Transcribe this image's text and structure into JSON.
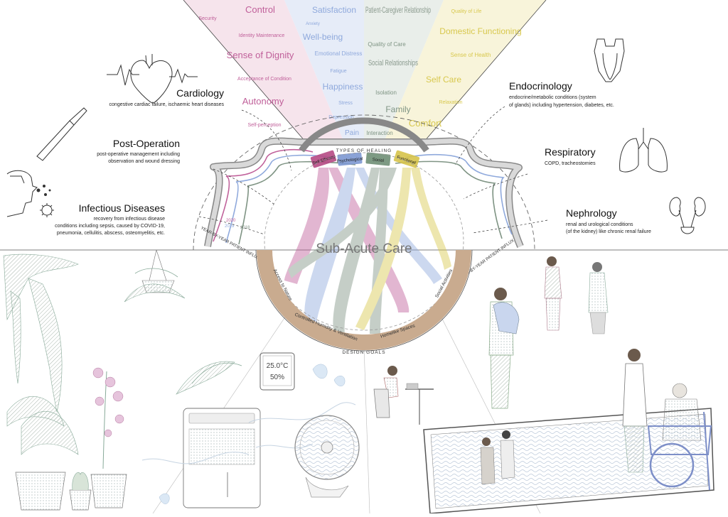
{
  "title": "Sub-Acute Care",
  "fan": {
    "columns": [
      {
        "color": "#c0609a",
        "items": [
          "Security",
          "Control",
          "Identity Maintenance",
          "Sense of Dignity",
          "Acceptance of Condition",
          "Autonomy",
          "Self-perception"
        ]
      },
      {
        "color": "#8fa9dc",
        "items": [
          "Satisfaction",
          "Anxiety",
          "Well-being",
          "Emotional Distress",
          "Fatigue",
          "Happiness",
          "Stress",
          "Depression",
          "Pain"
        ]
      },
      {
        "color": "#7f9484",
        "items": [
          "Patient-Caregiver Relationship",
          "Quality of Care",
          "Social Relationships",
          "Isolation",
          "Family",
          "Interaction"
        ]
      },
      {
        "color": "#d8c84e",
        "items": [
          "Quality of Life",
          "Domestic Functioning",
          "Sense of Health",
          "Self Care",
          "Relaxation",
          "Comfort"
        ]
      }
    ]
  },
  "healing": {
    "heading": "TYPES OF HEALING",
    "tabs": [
      {
        "label": "Self Efficacy",
        "color": "#b64a84"
      },
      {
        "label": "Psychological",
        "color": "#7d98d2"
      },
      {
        "label": "Social",
        "color": "#6f8f76"
      },
      {
        "label": "Functional",
        "color": "#d6c34a"
      }
    ]
  },
  "goals": {
    "heading": "DESIGN GOALS",
    "tabs": [
      "Access to Nature",
      "Controlled Humidity & Ventilation",
      "Homelike Spaces",
      "Social Activities"
    ]
  },
  "influx": {
    "label_left": "YEAR-BY-YEAR PATIENT INFLUX",
    "label_right": "YEAR-BY-YEAR PATIENT INFLUX",
    "years": [
      "2020",
      "2019",
      "2018"
    ]
  },
  "categories": {
    "cardiology": {
      "title": "Cardiology",
      "desc": [
        "congestive cardiac failure, ischaemic heart diseases"
      ]
    },
    "post_operation": {
      "title": "Post-Operation",
      "desc": [
        "post-operative management including",
        "observation and wound dressing"
      ]
    },
    "infectious": {
      "title": "Infectious Diseases",
      "desc": [
        "recovery from infectious disease",
        "conditions including sepsis, caused by COVID-19,",
        "pneumonia, cellulitis, abscess, osteomyelitis, etc."
      ]
    },
    "endocrinology": {
      "title": "Endocrinology",
      "desc": [
        "endocrine/metabolic conditions (system",
        "of glands) including hypertension, diabetes, etc."
      ]
    },
    "respiratory": {
      "title": "Respiratory",
      "desc": [
        "COPD, tracheostomies"
      ]
    },
    "nephrology": {
      "title": "Nephrology",
      "desc": [
        "renal and urological conditions",
        "(of the kidney) like chronic renal failure"
      ]
    }
  },
  "thermo": {
    "temperature": "25.0°C",
    "humidity": "50%"
  },
  "icons": [
    "heart-ecg-icon",
    "scalpel-icon",
    "coughing-person-icon",
    "virus-icon",
    "thyroid-icon",
    "lungs-icon",
    "kidneys-icon",
    "hanging-plant-icon",
    "dehumidifier-icon",
    "fan-icon",
    "thermometer-icon",
    "wheelchair-icon"
  ]
}
